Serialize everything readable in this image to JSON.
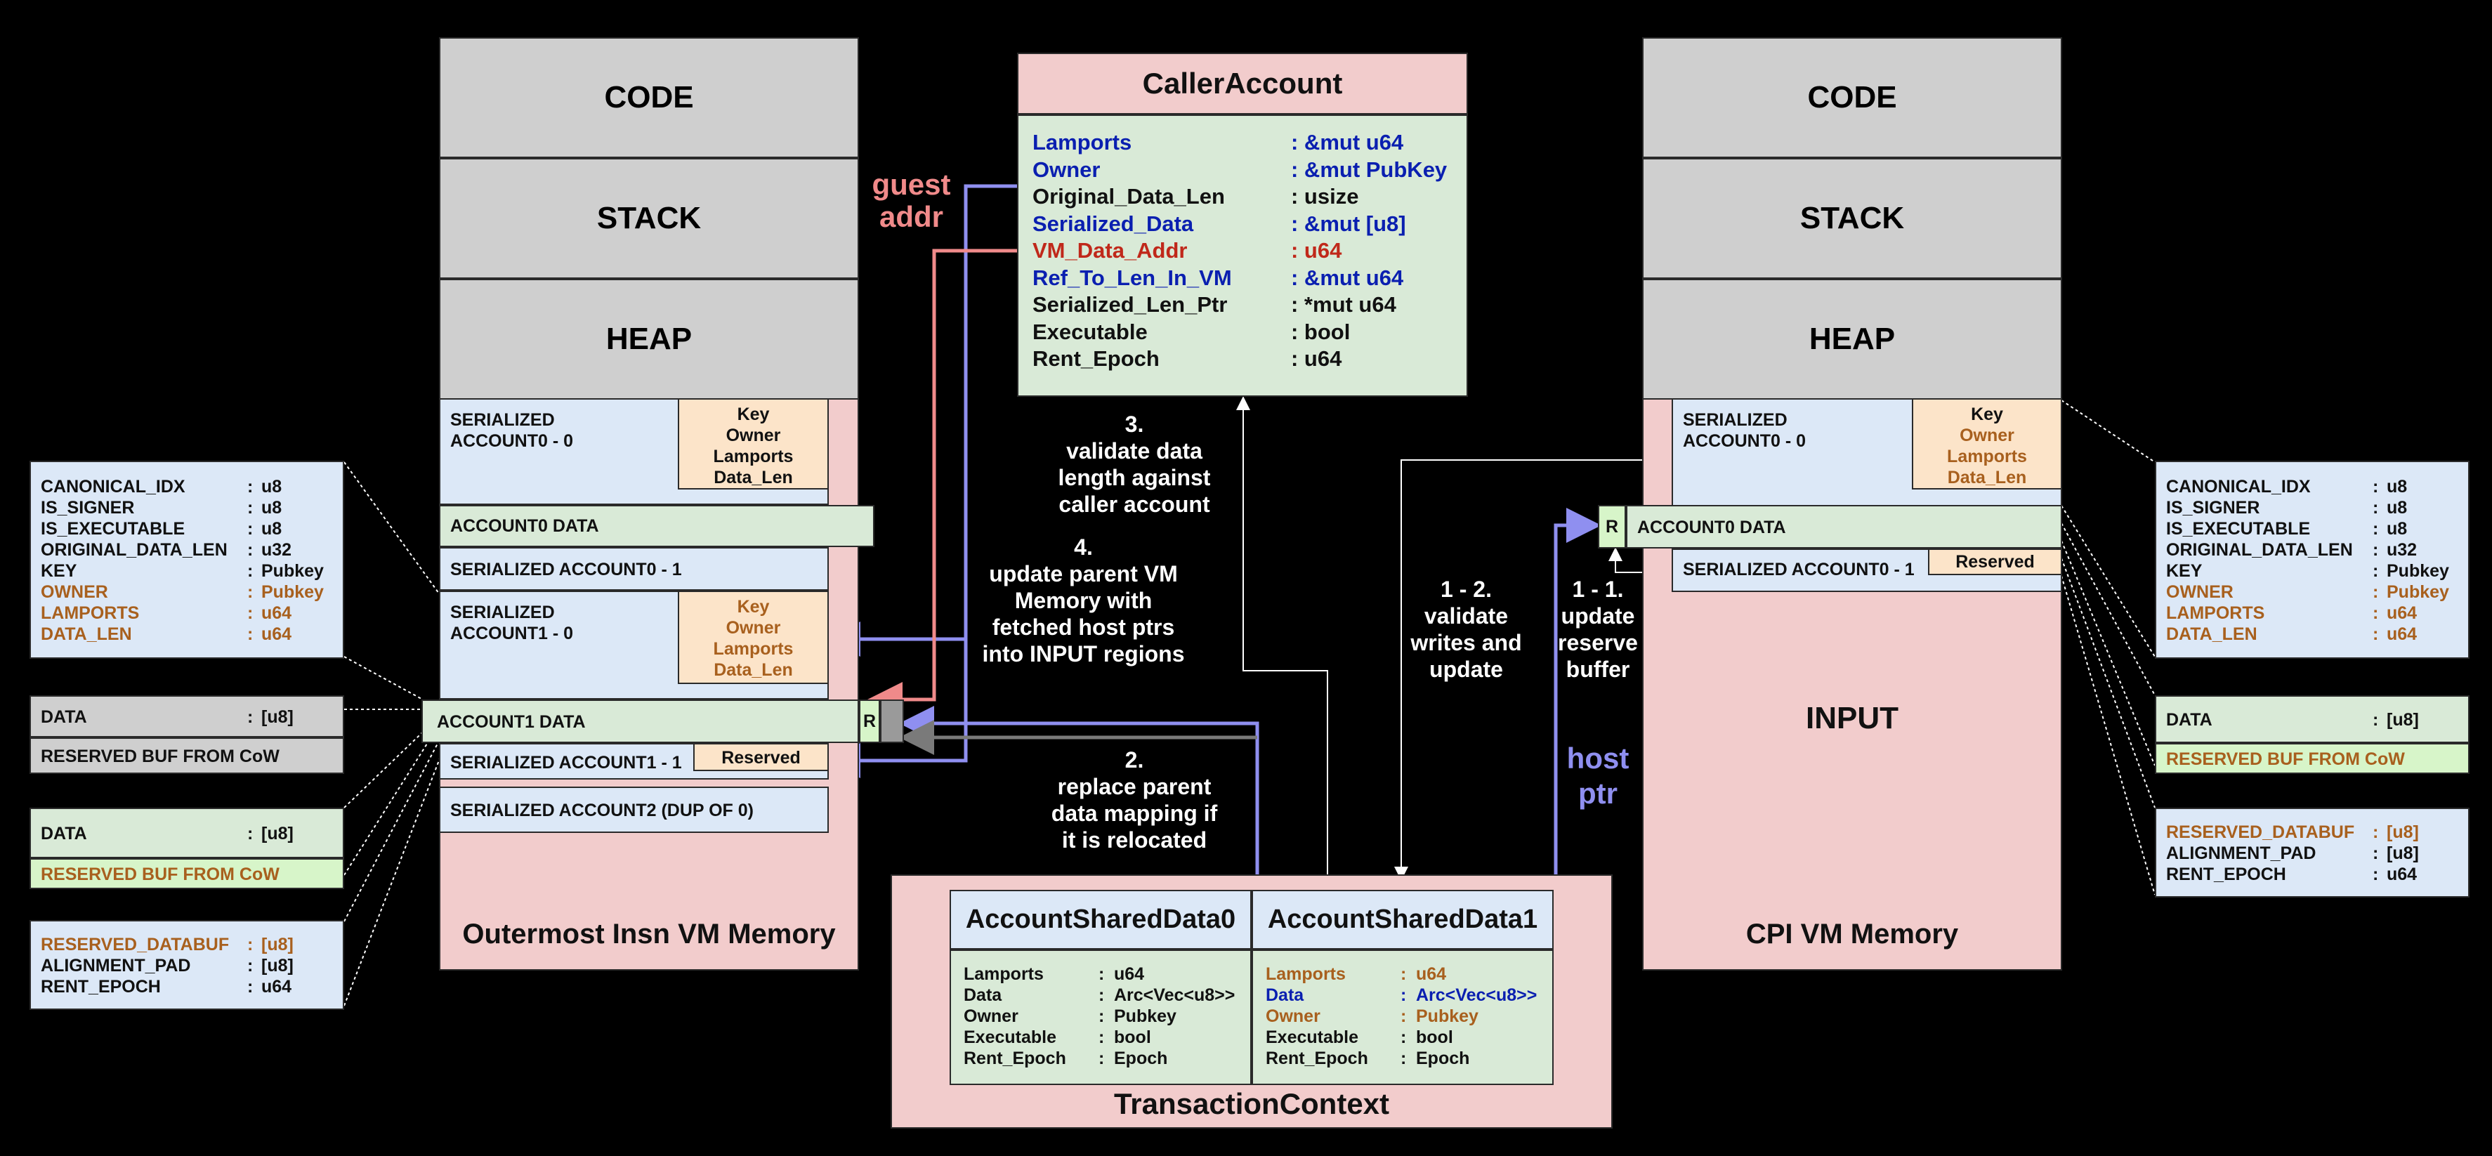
{
  "left_vm": {
    "code": "CODE",
    "stack": "STACK",
    "heap": "HEAP",
    "ser_acc0_0": "SERIALIZED\nACCOUNT0 - 0",
    "acc0_meta": [
      "Key",
      "Owner",
      "Lamports",
      "Data_Len"
    ],
    "acc0_data": "ACCOUNT0 DATA",
    "ser_acc0_1": "SERIALIZED ACCOUNT0 - 1",
    "ser_acc1_0": "SERIALIZED\nACCOUNT1 - 0",
    "acc1_meta": [
      "Key",
      "Owner",
      "Lamports",
      "Data_Len"
    ],
    "acc1_data": "ACCOUNT1 DATA",
    "r_marker": "R",
    "ser_acc1_1": "SERIALIZED ACCOUNT1 - 1",
    "reserved": "Reserved",
    "ser_acc2": "SERIALIZED ACCOUNT2 (DUP OF 0)",
    "footer": "Outermost Insn VM Memory"
  },
  "right_vm": {
    "code": "CODE",
    "stack": "STACK",
    "heap": "HEAP",
    "ser_acc0_0": "SERIALIZED\nACCOUNT0 - 0",
    "acc0_meta": [
      "Key",
      "Owner",
      "Lamports",
      "Data_Len"
    ],
    "r_marker": "R",
    "acc0_data": "ACCOUNT0 DATA",
    "ser_acc0_1": "SERIALIZED ACCOUNT0 - 1",
    "reserved": "Reserved",
    "input": "INPUT",
    "footer": "CPI VM Memory"
  },
  "caller_account": {
    "title": "CallerAccount",
    "fields": [
      {
        "name": "Lamports",
        "type": ": &mut u64",
        "color": "blue"
      },
      {
        "name": "Owner",
        "type": ": &mut PubKey",
        "color": "blue"
      },
      {
        "name": "Original_Data_Len",
        "type": ": usize",
        "color": "black"
      },
      {
        "name": "Serialized_Data",
        "type": ": &mut [u8]",
        "color": "blue"
      },
      {
        "name": "VM_Data_Addr",
        "type": ": u64",
        "color": "red"
      },
      {
        "name": "Ref_To_Len_In_VM",
        "type": ": &mut u64",
        "color": "blue"
      },
      {
        "name": "Serialized_Len_Ptr",
        "type": ": *mut u64",
        "color": "black"
      },
      {
        "name": "Executable",
        "type": ": bool",
        "color": "black"
      },
      {
        "name": "Rent_Epoch",
        "type": ": u64",
        "color": "black"
      }
    ]
  },
  "left_detail": {
    "header_fields": [
      {
        "name": "CANONICAL_IDX",
        "sep": ":",
        "type": "u8",
        "color": "black"
      },
      {
        "name": "IS_SIGNER",
        "sep": ":",
        "type": "u8",
        "color": "black"
      },
      {
        "name": "IS_EXECUTABLE",
        "sep": ":",
        "type": "u8",
        "color": "black"
      },
      {
        "name": "ORIGINAL_DATA_LEN",
        "sep": ":",
        "type": "u32",
        "color": "black"
      },
      {
        "name": "KEY",
        "sep": ":",
        "type": "Pubkey",
        "color": "black"
      },
      {
        "name": "OWNER",
        "sep": ":",
        "type": "Pubkey",
        "color": "orange"
      },
      {
        "name": "LAMPORTS",
        "sep": ":",
        "type": "u64",
        "color": "orange"
      },
      {
        "name": "DATA_LEN",
        "sep": ":",
        "type": "u64",
        "color": "orange"
      }
    ],
    "data_gray": {
      "name": "DATA",
      "sep": ":",
      "type": "[u8]"
    },
    "reserved_gray": "RESERVED BUF FROM CoW",
    "data_green": {
      "name": "DATA",
      "sep": ":",
      "type": "[u8]"
    },
    "reserved_green": "RESERVED BUF FROM CoW",
    "tail_fields": [
      {
        "name": "RESERVED_DATABUF",
        "sep": ":",
        "type": "[u8]",
        "color": "orange"
      },
      {
        "name": "ALIGNMENT_PAD",
        "sep": ":",
        "type": "[u8]",
        "color": "black"
      },
      {
        "name": "RENT_EPOCH",
        "sep": ":",
        "type": "u64",
        "color": "black"
      }
    ]
  },
  "right_detail": {
    "header_fields": [
      {
        "name": "CANONICAL_IDX",
        "sep": ":",
        "type": "u8",
        "color": "black"
      },
      {
        "name": "IS_SIGNER",
        "sep": ":",
        "type": "u8",
        "color": "black"
      },
      {
        "name": "IS_EXECUTABLE",
        "sep": ":",
        "type": "u8",
        "color": "black"
      },
      {
        "name": "ORIGINAL_DATA_LEN",
        "sep": ":",
        "type": "u32",
        "color": "black"
      },
      {
        "name": "KEY",
        "sep": ":",
        "type": "Pubkey",
        "color": "black"
      },
      {
        "name": "OWNER",
        "sep": ":",
        "type": "Pubkey",
        "color": "orange"
      },
      {
        "name": "LAMPORTS",
        "sep": ":",
        "type": "u64",
        "color": "orange"
      },
      {
        "name": "DATA_LEN",
        "sep": ":",
        "type": "u64",
        "color": "orange"
      }
    ],
    "data_green": {
      "name": "DATA",
      "sep": ":",
      "type": "[u8]"
    },
    "reserved_green": "RESERVED BUF FROM CoW",
    "tail_fields": [
      {
        "name": "RESERVED_DATABUF",
        "sep": ":",
        "type": "[u8]",
        "color": "orange"
      },
      {
        "name": "ALIGNMENT_PAD",
        "sep": ":",
        "type": "[u8]",
        "color": "black"
      },
      {
        "name": "RENT_EPOCH",
        "sep": ":",
        "type": "u64",
        "color": "black"
      }
    ]
  },
  "transaction_context": {
    "title": "TransactionContext",
    "asd0": {
      "title": "AccountSharedData0",
      "fields": [
        {
          "name": "Lamports",
          "sep": ":",
          "type": "u64",
          "color": "black"
        },
        {
          "name": "Data",
          "sep": ":",
          "type": "Arc<Vec<u8>>",
          "color": "black"
        },
        {
          "name": "Owner",
          "sep": ":",
          "type": "Pubkey",
          "color": "black"
        },
        {
          "name": "Executable",
          "sep": ":",
          "type": "bool",
          "color": "black"
        },
        {
          "name": "Rent_Epoch",
          "sep": ":",
          "type": "Epoch",
          "color": "black"
        }
      ]
    },
    "asd1": {
      "title": "AccountSharedData1",
      "fields": [
        {
          "name": "Lamports",
          "sep": ":",
          "type": "u64",
          "color": "orange"
        },
        {
          "name": "Data",
          "sep": ":",
          "type": "Arc<Vec<u8>>",
          "color": "blue"
        },
        {
          "name": "Owner",
          "sep": ":",
          "type": "Pubkey",
          "color": "orange"
        },
        {
          "name": "Executable",
          "sep": ":",
          "type": "bool",
          "color": "black"
        },
        {
          "name": "Rent_Epoch",
          "sep": ":",
          "type": "Epoch",
          "color": "black"
        }
      ]
    }
  },
  "annotations": {
    "guest_addr": "guest\naddr",
    "host_ptr": "host\nptr",
    "step3": "3.\nvalidate data\nlength against\ncaller account",
    "step4": "4.\nupdate parent VM\nMemory with\nfetched host ptrs\ninto INPUT regions",
    "step2": "2.\nreplace parent\ndata mapping if\nit is relocated",
    "step12": "1 - 2.\nvalidate\nwrites and\nupdate",
    "step11": "1 - 1.\nupdate\nreserve\nbuffer"
  },
  "colors": {
    "gray": "#cfcfcf",
    "pink": "#f2cccc",
    "blue": "#dce8f7",
    "green": "#d9ead7",
    "orange_box": "#fce4c9",
    "light_green": "#d7f5c9",
    "text_blue": "#0a1fb0",
    "text_red": "#c0281a",
    "text_orange": "#a8601e",
    "arrow_purple": "#8f8ff0",
    "arrow_pink": "#f08a8a"
  }
}
